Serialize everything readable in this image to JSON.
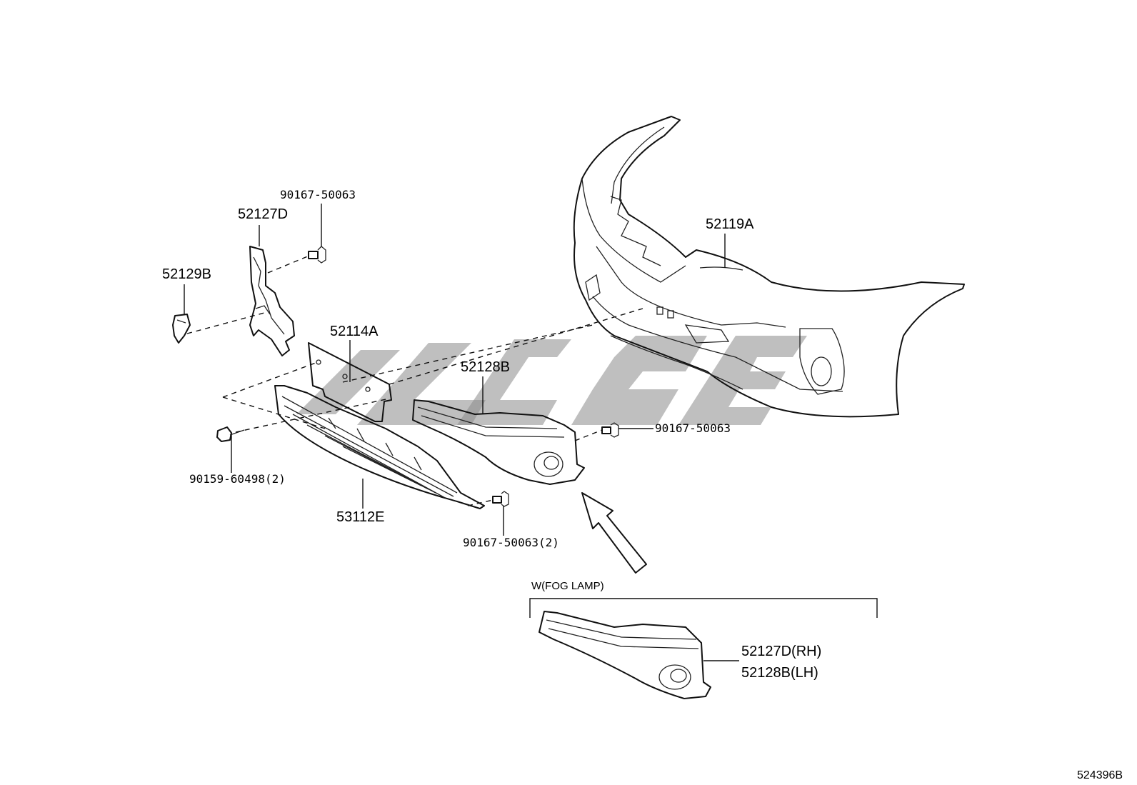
{
  "parts": {
    "bumper_cover": "52119A",
    "retainer_rh": "52127D",
    "bracket": "52129B",
    "plate_bracket": "52114A",
    "fog_cover_lh": "52128B",
    "lower_grille": "53112E"
  },
  "fasteners": {
    "clip_top": "90167-50063",
    "clip_right": "90167-50063",
    "screw_left": "90159-60498(2)",
    "clip_bottom": "90167-50063(2)"
  },
  "variant": {
    "heading": "W(FOG LAMP)",
    "label_rh": "52127D(RH)",
    "label_lh": "52128B(LH)"
  },
  "reference": "524396B"
}
